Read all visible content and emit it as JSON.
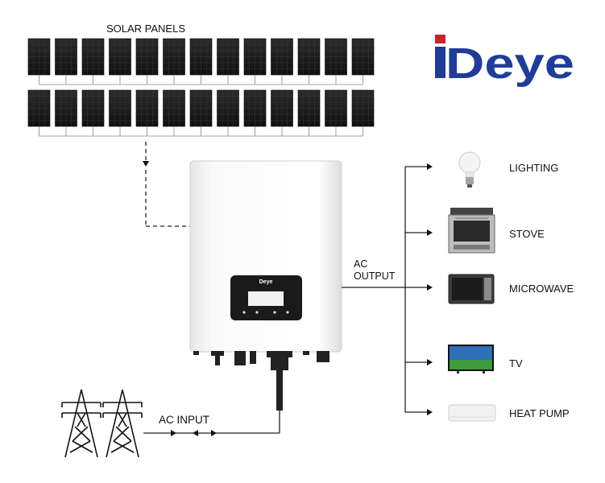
{
  "labels": {
    "solar_panels": "SOLAR PANELS",
    "ac_output_line1": "AC",
    "ac_output_line2": "OUTPUT",
    "ac_input": "AC INPUT"
  },
  "brand": {
    "name": "Deye",
    "display_label": "Deye",
    "icon_color": "#d0202a",
    "text_color": "#1f3c9a"
  },
  "loads": [
    {
      "label": "LIGHTING",
      "icon": "bulb-icon"
    },
    {
      "label": "STOVE",
      "icon": "stove-icon"
    },
    {
      "label": "MICROWAVE",
      "icon": "microwave-icon"
    },
    {
      "label": "TV",
      "icon": "tv-icon"
    },
    {
      "label": "HEAT PUMP",
      "icon": "heat-pump-icon"
    }
  ],
  "solar_array": {
    "rows": 2,
    "panels_per_row": 13
  }
}
